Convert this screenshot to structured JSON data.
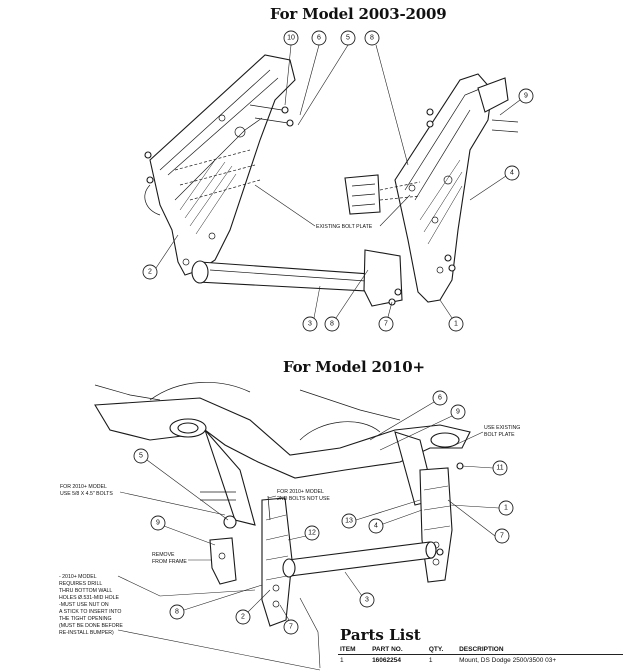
{
  "headings": {
    "top": "For Model 2003-2009",
    "bottom": "For Model 2010+"
  },
  "top_diagram": {
    "callouts": [
      "10",
      "6",
      "5",
      "8",
      "9",
      "4",
      "2",
      "3",
      "8",
      "7",
      "1"
    ],
    "notes": {
      "existing_bolt_plate": "EXISTING BOLT PLATE"
    }
  },
  "bottom_diagram": {
    "callouts": [
      "6",
      "9",
      "11",
      "5",
      "1",
      "13",
      "4",
      "7",
      "9",
      "12",
      "2",
      "3",
      "8",
      "7"
    ],
    "notes": {
      "use_existing": [
        "USE EXISTING",
        "BOLT PLATE"
      ],
      "bolts_58": [
        "FOR 2010+ MODEL",
        "USE 5/8 X 4.5\" BOLTS"
      ],
      "second_bolts": [
        "FOR 2010+ MODEL",
        "2ND BOLTS NOT USE"
      ],
      "remove_frame": [
        "REMOVE",
        "FROM FRAME"
      ],
      "drill_note": [
        "- 2010+ MODEL",
        "REQUIRES DRILL",
        "THRU BOTTOM WALL",
        "HOLES      Ø.531-MID HOLE",
        "-MUST USE NUT ON",
        "A STICK TO INSERT INTO",
        "THE TIGHT OPENING",
        "(MUST BE DONE BEFORE",
        "RE-INSTALL BUMPER)"
      ]
    }
  },
  "parts_list": {
    "title": "Parts List",
    "headers": [
      "ITEM",
      "PART NO.",
      "QTY.",
      "DESCRIPTION"
    ],
    "rows": [
      [
        "1",
        "16062254",
        "1",
        "Mount, DS Dodge 2500/3500 03+"
      ]
    ]
  }
}
